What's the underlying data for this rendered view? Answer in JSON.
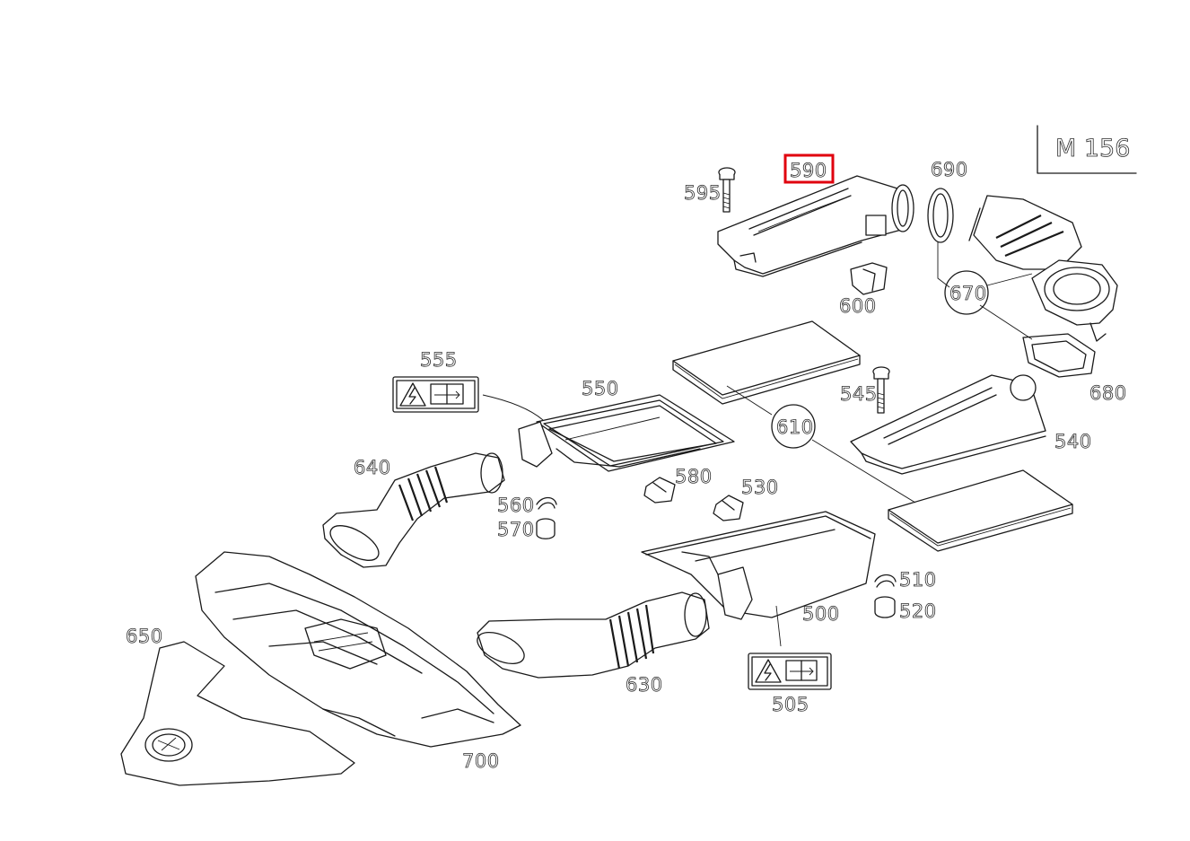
{
  "diagram": {
    "engine_label": "M 156",
    "highlighted": "590",
    "highlight_color": "#e0000e",
    "callouts": {
      "c590": "590",
      "c595": "595",
      "c690": "690",
      "c600": "600",
      "c670": "670",
      "c680": "680",
      "c555": "555",
      "c550": "550",
      "c610": "610",
      "c545": "545",
      "c540": "540",
      "c640": "640",
      "c580": "580",
      "c560": "560",
      "c570": "570",
      "c530": "530",
      "c510": "510",
      "c520": "520",
      "c500": "500",
      "c650": "650",
      "c630": "630",
      "c505": "505",
      "c700": "700"
    },
    "icons": {
      "warning_label_555": "electrical-warning-manual-label",
      "warning_label_505": "electrical-warning-manual-label"
    }
  }
}
